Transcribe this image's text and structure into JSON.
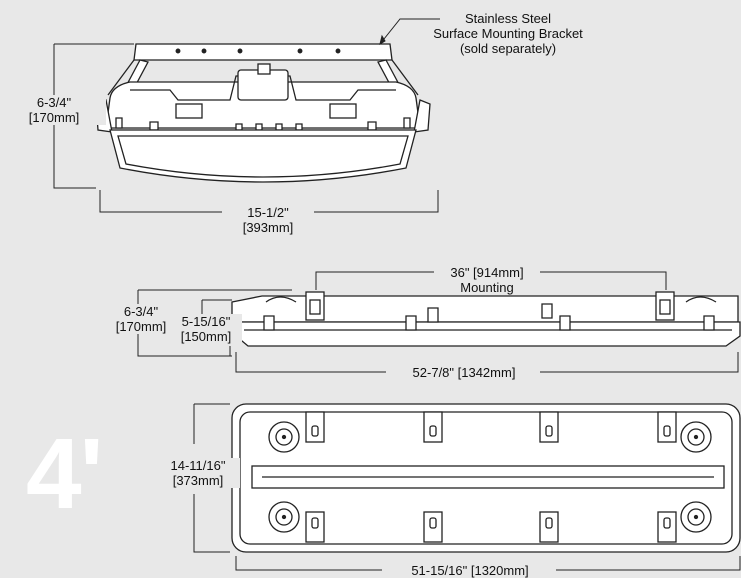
{
  "size_mark": "4'",
  "front_view": {
    "callout": [
      "Stainless Steel",
      "Surface Mounting Bracket",
      "(sold separately)"
    ],
    "height": [
      "6-3/4\"",
      "[170mm]"
    ],
    "width": [
      "15-1/2\"",
      "[393mm]"
    ]
  },
  "side_view": {
    "mounting": [
      "36\" [914mm]",
      "Mounting"
    ],
    "overall_height": [
      "6-3/4\"",
      "[170mm]"
    ],
    "body_height": [
      "5-15/16\"",
      "[150mm]"
    ],
    "length": "52-7/8\" [1342mm]"
  },
  "top_view": {
    "width": [
      "14-11/16\"",
      "[373mm]"
    ],
    "length": "51-15/16\" [1320mm]"
  }
}
